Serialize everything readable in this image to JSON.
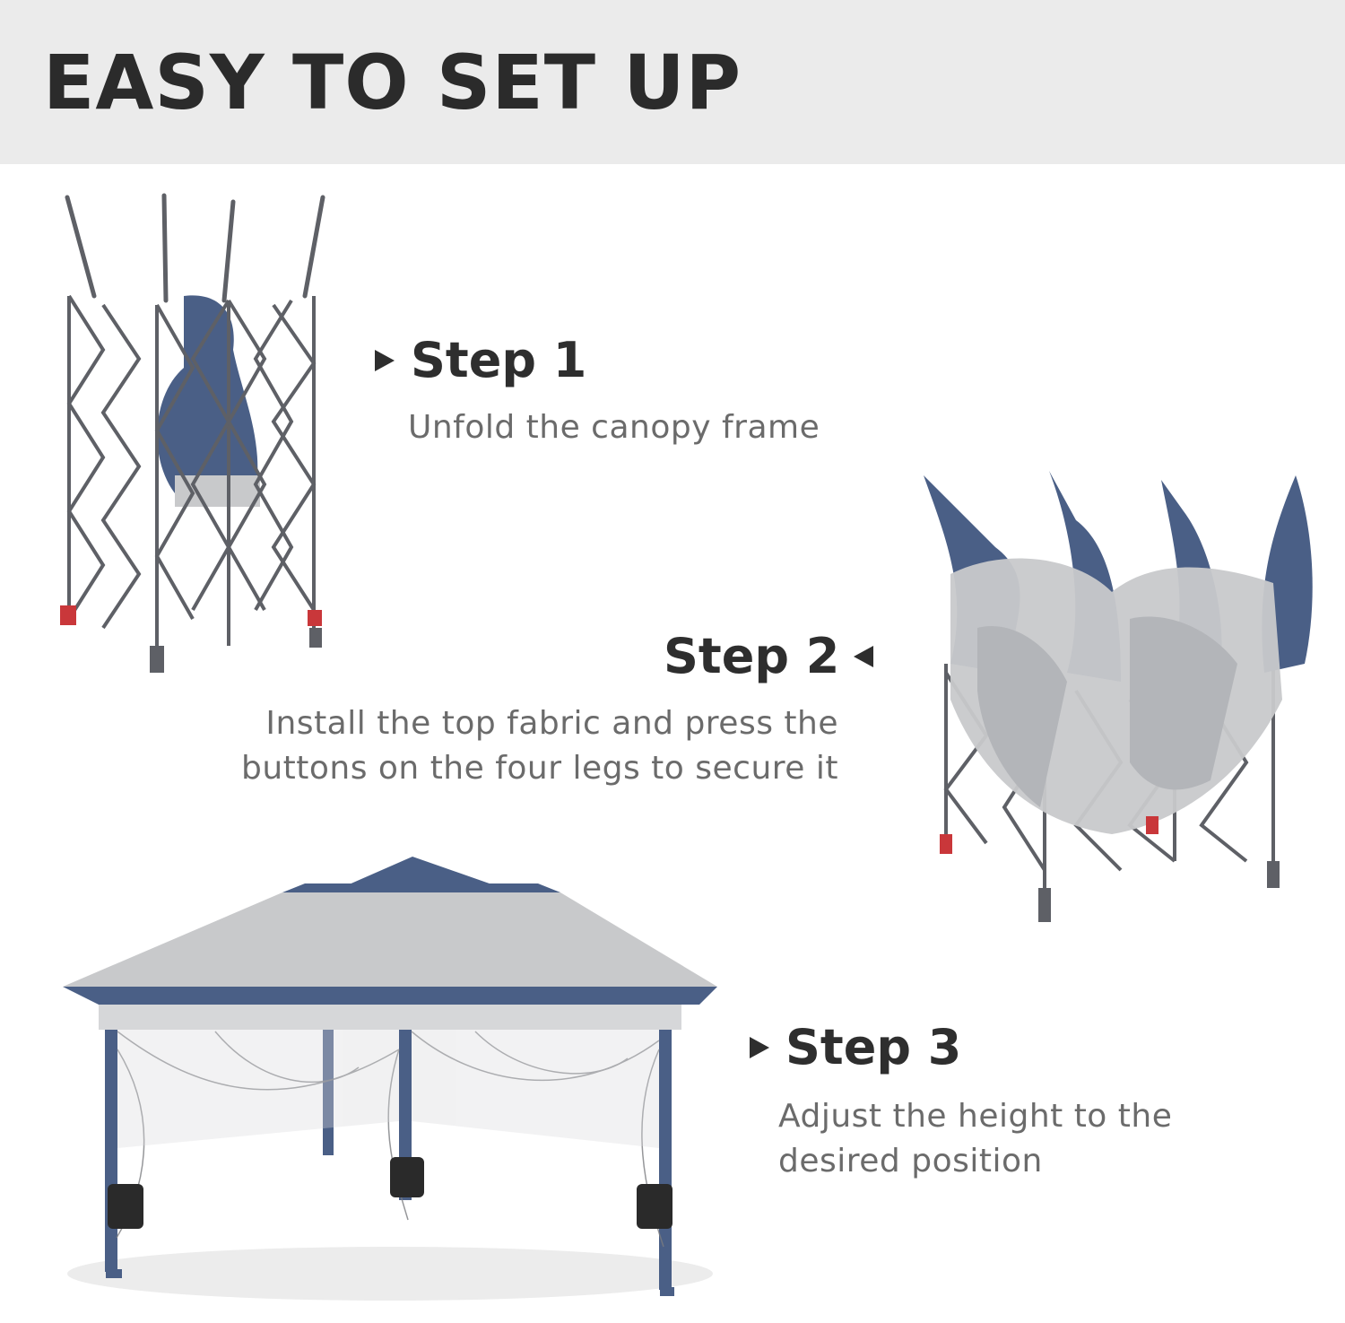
{
  "header": {
    "title": "EASY TO SET UP"
  },
  "steps": [
    {
      "title": "Step 1",
      "description": "Unfold the canopy frame",
      "arrow": "triangle-right"
    },
    {
      "title": "Step 2",
      "description": "Install the top fabric and press the buttons on the four legs to secure it",
      "arrow": "triangle-left"
    },
    {
      "title": "Step 3",
      "description": "Adjust the height to the desired position",
      "arrow": "triangle-right"
    }
  ],
  "colors": {
    "header_bg": "#ebebeb",
    "title_text": "#2b2b2b",
    "desc_text": "#6b6b6b",
    "canopy_blue": "#4a5f86",
    "canopy_gray": "#c8c9cb",
    "frame_gray": "#5e6066",
    "accent_red": "#c9373a"
  }
}
